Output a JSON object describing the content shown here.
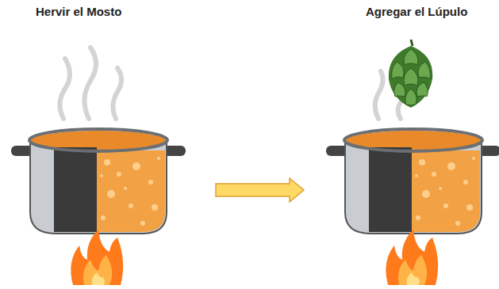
{
  "diagram": {
    "nodes": [
      {
        "text": [
          "Hervir el Mosto"
        ]
      },
      {
        "text": [
          "Agregar el Lúpulo"
        ]
      }
    ],
    "edges": [
      {
        "from": 0,
        "to": 1,
        "arrow": "to"
      }
    ]
  }
}
